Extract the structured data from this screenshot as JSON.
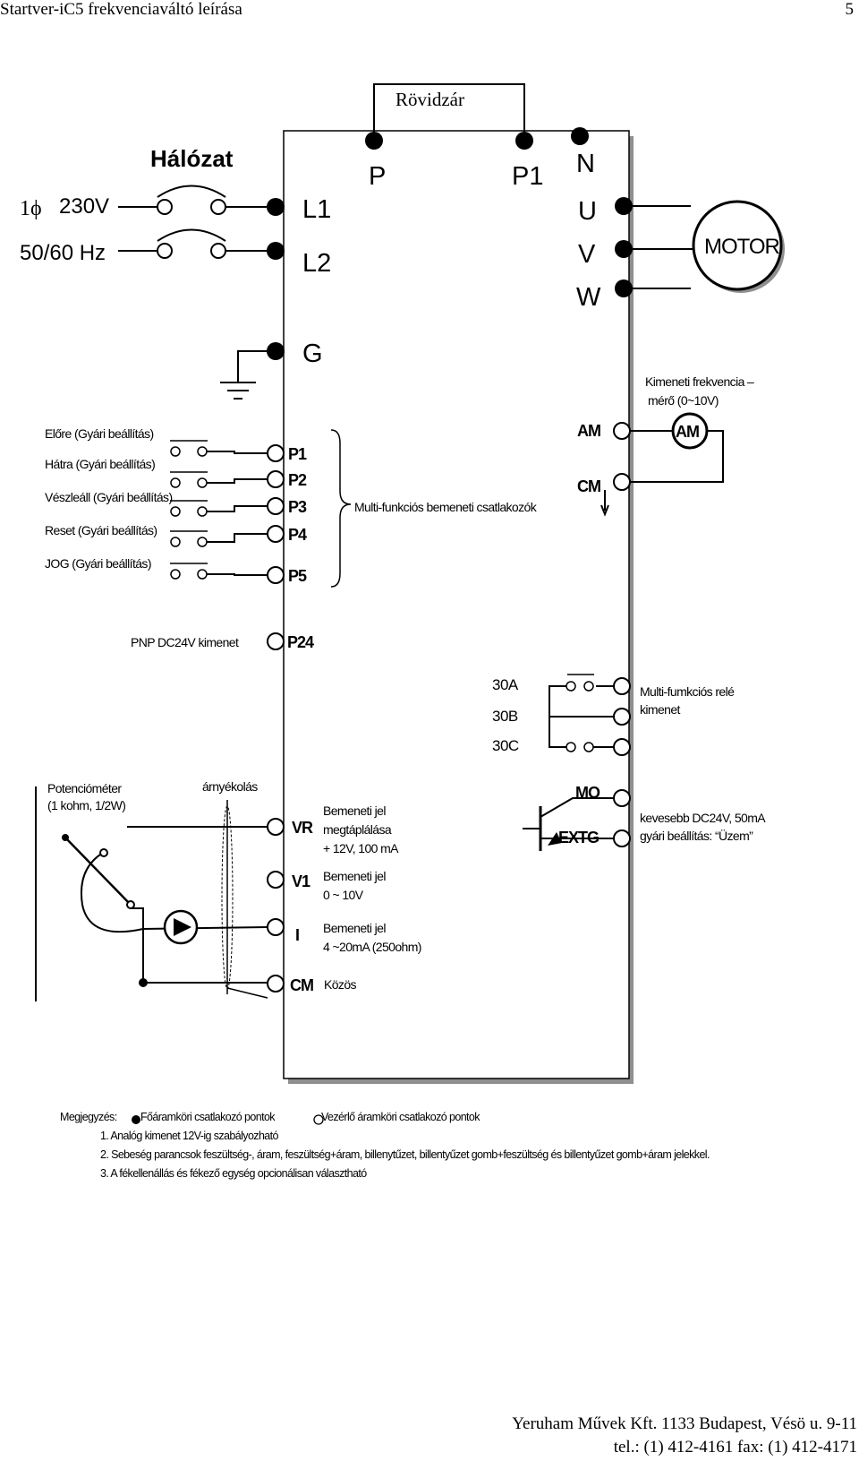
{
  "header": {
    "title": "Startver-iC5 frekvenciaváltó leírása",
    "page_number": "5"
  },
  "top": {
    "short_circuit": "Rövidzár",
    "network": "Hálózat",
    "phase_symbol": "1ϕ",
    "voltage": "230V",
    "frequency": "50/60 Hz",
    "motor": "MOTOR"
  },
  "terminals": {
    "L1": "L1",
    "L2": "L2",
    "G": "G",
    "P": "P",
    "P1_main": "P1",
    "N": "N",
    "U": "U",
    "V": "V",
    "W": "W",
    "inputs": [
      "P1",
      "P2",
      "P3",
      "P4",
      "P5"
    ],
    "AM": "AM",
    "CM": "CM",
    "P24": "P24",
    "relay": [
      "30A",
      "30B",
      "30C"
    ],
    "MO": "MO",
    "EXTG": "EXTG",
    "VR": "VR",
    "V1": "V1",
    "I": "I",
    "CM_bottom": "CM"
  },
  "labels": {
    "input_functions": [
      "Előre (Gyári beállítás)",
      "Hátra (Gyári beállítás)",
      "Vészleáll (Gyári beállítás)",
      "Reset (Gyári beállítás)",
      "JOG (Gyári beállítás)"
    ],
    "multi_input": "Multi-funkciós bemeneti csatlakozók",
    "freq_meter_line1": "Kimeneti frekvencia –",
    "freq_meter_line2": "mérő (0~10V)",
    "meter_AM": "AM",
    "pnp_output": "PNP DC24V kimenet",
    "relay_line1": "Multi-fumkciós relé",
    "relay_line2": "kimenet",
    "pot_line1": "Potencióméter",
    "pot_line2": "(1 kohm, 1/2W)",
    "shield": "árnyékolás",
    "vr_line1": "Bemeneti jel",
    "vr_line2": "megtáplálása",
    "vr_line3": "+ 12V, 100 mA",
    "v1_line1": "Bemeneti jel",
    "v1_line2": "0 ~ 10V",
    "i_line1": "Bemeneti jel",
    "i_line2": "4 ~20mA (250ohm)",
    "common": "Közös",
    "mo_line1": "kevesebb DC24V, 50mA",
    "mo_line2": "gyári beállítás: “Üzem”"
  },
  "notes": {
    "prefix": "Megjegyzés:",
    "main_terminal": "Főáramköri csatlakozó pontok",
    "control_terminal": "Vezérlő áramköri csatlakozó pontok",
    "items": [
      "1.  Analóg kimenet 12V-ig szabályozható",
      "2.  Sebeség parancsok feszültség-, áram, feszültség+áram, billenytűzet, billentyűzet gomb+feszültség és billentyűzet gomb+áram jelekkel.",
      "3.  A fékellenállás és fékező egység opcionálisan választható"
    ]
  },
  "footer": {
    "line1": "Yeruham Művek Kft. 1133 Budapest, Vésö u. 9-11",
    "line2": "tel.: (1) 412-4161 fax: (1) 412-4171"
  }
}
